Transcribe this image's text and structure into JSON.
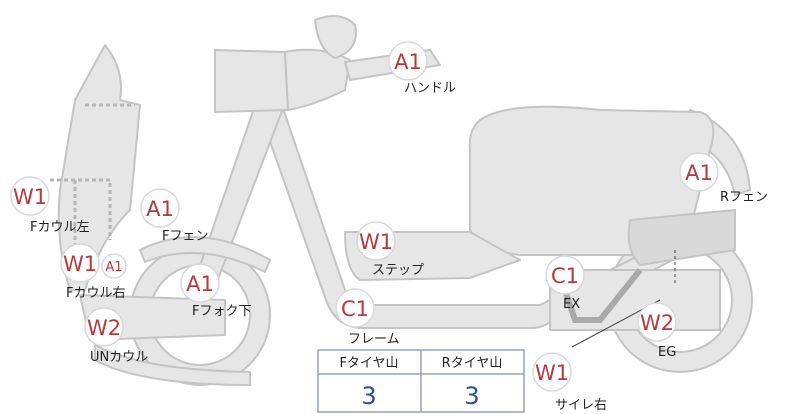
{
  "colors": {
    "badge_text": "#b43a3e",
    "part_fill": "#e6e6e6",
    "part_stroke": "#c4c4c4",
    "table_value": "#2a4f9a"
  },
  "badges": [
    {
      "code": "A1",
      "label": "ハンドル"
    },
    {
      "code": "A1",
      "label": "Rフェン"
    },
    {
      "code": "W1",
      "label": "Fカウル左"
    },
    {
      "code": "A1",
      "label": "Fフェン"
    },
    {
      "code": "W1",
      "label": "ステップ"
    },
    {
      "code": "C1",
      "label": "EX"
    },
    {
      "code": "W1",
      "label": "Fカウル右"
    },
    {
      "code": "A1",
      "label": "Fフォク下"
    },
    {
      "code": "C1",
      "label": "フレーム"
    },
    {
      "code": "W2",
      "label": "EG"
    },
    {
      "code": "W2",
      "label": "UNカウル"
    },
    {
      "code": "W1",
      "label": "サイレ右"
    }
  ],
  "extra_badge": {
    "code": "A1"
  },
  "tire_table": {
    "headers": [
      "Fタイヤ山",
      "Rタイヤ山"
    ],
    "values": [
      "3",
      "3"
    ]
  }
}
